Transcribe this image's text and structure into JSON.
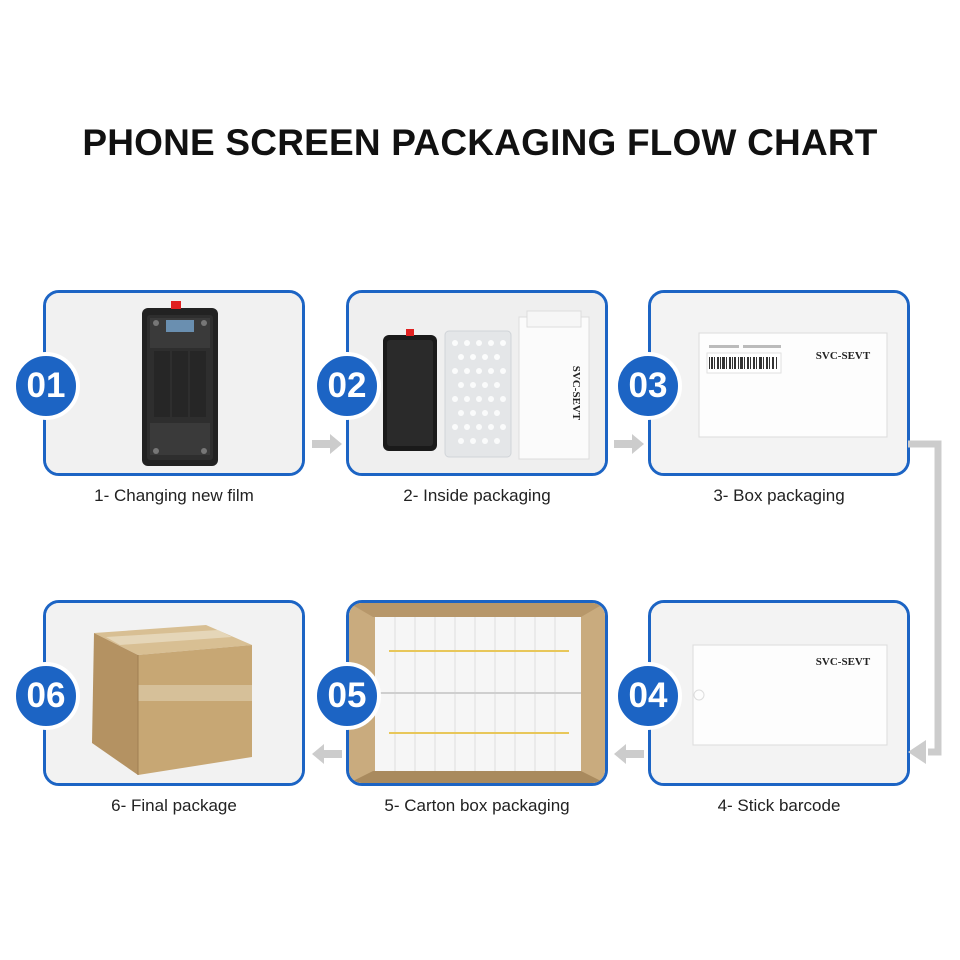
{
  "title": "PHONE SCREEN PACKAGING FLOW CHART",
  "accent_color": "#1c64c4",
  "arrow_color": "#cccccc",
  "box_brand": "SVC-SEVT",
  "steps": [
    {
      "number": "01",
      "caption": "1- Changing new film"
    },
    {
      "number": "02",
      "caption": "2- Inside packaging"
    },
    {
      "number": "03",
      "caption": "3- Box packaging"
    },
    {
      "number": "04",
      "caption": "4- Stick barcode"
    },
    {
      "number": "05",
      "caption": "5- Carton box packaging"
    },
    {
      "number": "06",
      "caption": "6- Final package"
    }
  ]
}
